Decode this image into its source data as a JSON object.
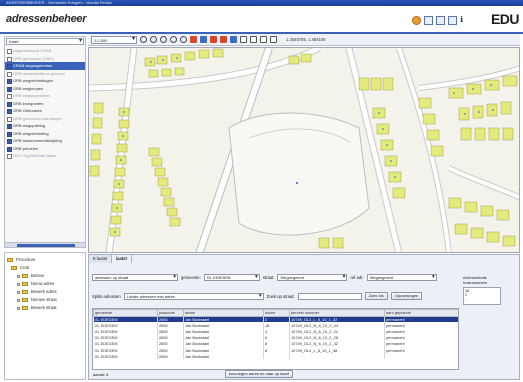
{
  "window": {
    "title": "ADRESSENBEHEER - Gemeente Edegem - Mozilla Firefox"
  },
  "header": {
    "app_title": "adressenbeheer",
    "logo_text": "EDU",
    "icons": [
      "globe-icon",
      "window-icon",
      "window-icon",
      "window-icon",
      "info-icon"
    ]
  },
  "left_panel": {
    "selector_value": "Kaart",
    "layers": [
      {
        "label": "wegenbestand CRAB",
        "checked": false,
        "state": "dim"
      },
      {
        "label": "GRB gebouwen (GBG)",
        "checked": false,
        "state": "dim"
      },
      {
        "label": "CRAB wegsegmenten",
        "checked": true,
        "state": "selected"
      },
      {
        "label": "GRB administratieve grenzen",
        "checked": false,
        "state": "dim"
      },
      {
        "label": "GRB wegverbindingen",
        "checked": true,
        "state": ""
      },
      {
        "label": "GRB wegknopen",
        "checked": true,
        "state": ""
      },
      {
        "label": "GRB wegsegmenten",
        "checked": false,
        "state": "dim"
      },
      {
        "label": "GRB kruispunten",
        "checked": true,
        "state": ""
      },
      {
        "label": "GRB Gebouwen",
        "checked": true,
        "state": ""
      },
      {
        "label": "GRB gebouwen aan wegen",
        "checked": false,
        "state": "dim"
      },
      {
        "label": "GRB wegopdeling",
        "checked": true,
        "state": ""
      },
      {
        "label": "GRB wegverbinding",
        "checked": true,
        "state": ""
      },
      {
        "label": "GRB huisnummerafsnijding",
        "checked": true,
        "state": ""
      },
      {
        "label": "GRB percelen",
        "checked": true,
        "state": ""
      },
      {
        "label": "OGC-DigitalGlobe Basis",
        "checked": false,
        "state": "dim"
      }
    ]
  },
  "tree": {
    "items": [
      {
        "label": "Procedure",
        "level": 0
      },
      {
        "label": "Crab",
        "level": 1
      },
      {
        "label": "Beheer",
        "level": 2
      },
      {
        "label": "Nieuw adres",
        "level": 2
      },
      {
        "label": "Bewerk adres",
        "level": 2
      },
      {
        "label": "Nieuwe straat",
        "level": 2
      },
      {
        "label": "Bewerk straat",
        "level": 2
      }
    ]
  },
  "map_toolbar": {
    "scale_value": "1:2,500",
    "coords_text": "1.2545755, 1.484105"
  },
  "bottom_panel": {
    "tabs": [
      "E:laatst",
      "laatst"
    ],
    "filter_row": {
      "filter_value": "adressen op straat",
      "gemeente_label": "gemeente:",
      "gemeente_value": "GL EDEGEM",
      "straat_label": "straat:",
      "straat_value": "Wegsegment",
      "ref_label": "ref adr:",
      "ref_value": "Wegsegment"
    },
    "search_row": {
      "mode_label": "Splits adressen",
      "mode_value": "Lokale adressen met adres",
      "search_label": "Zoek op straat:",
      "search_btn": "Zoek bis",
      "action_btn": "Opzoekingen"
    },
    "grid": {
      "columns": [
        "gemeente",
        "postcode",
        "straat",
        "huisnr",
        "perceel nummer",
        "aard geplande"
      ],
      "rows": [
        [
          "GL EDEGEM",
          "2650",
          "Jan Bockstael",
          "2",
          "10749_GL2_L_8_10_1_22",
          "permanent"
        ],
        [
          "GL EDEGEM",
          "2650",
          "Jan Bockstael",
          "18",
          "10749_GL2_N_8_10_2_44",
          "permanent"
        ],
        [
          "GL EDEGEM",
          "2650",
          "Jan Bockstael",
          "4",
          "10749_GL2_N_8_10_2_24",
          "permanent"
        ],
        [
          "GL EDEGEM",
          "2650",
          "Jan Bockstael",
          "6",
          "10749_GL2_N_8_10_2_28",
          "permanent"
        ],
        [
          "GL EDEGEM",
          "2650",
          "Jan Bockstael",
          "8",
          "10749_GL2_N_8_10_2_32",
          "permanent"
        ],
        [
          "GL EDEGEM",
          "2650",
          "Jan Bockstael",
          "8",
          "10749_GL2_L_8_10_1_48",
          "permanent"
        ],
        [
          "GL EDEGEM",
          "2650",
          "Jan Bockstael",
          "",
          "",
          ""
        ]
      ]
    },
    "side_label": "Adresselectie",
    "side_sublabel": "huisnummers",
    "side_list": [
      "18",
      "2",
      "..."
    ],
    "status": "aantal: 6",
    "bottom_button": "toevoegen adres en naar op kaart"
  }
}
